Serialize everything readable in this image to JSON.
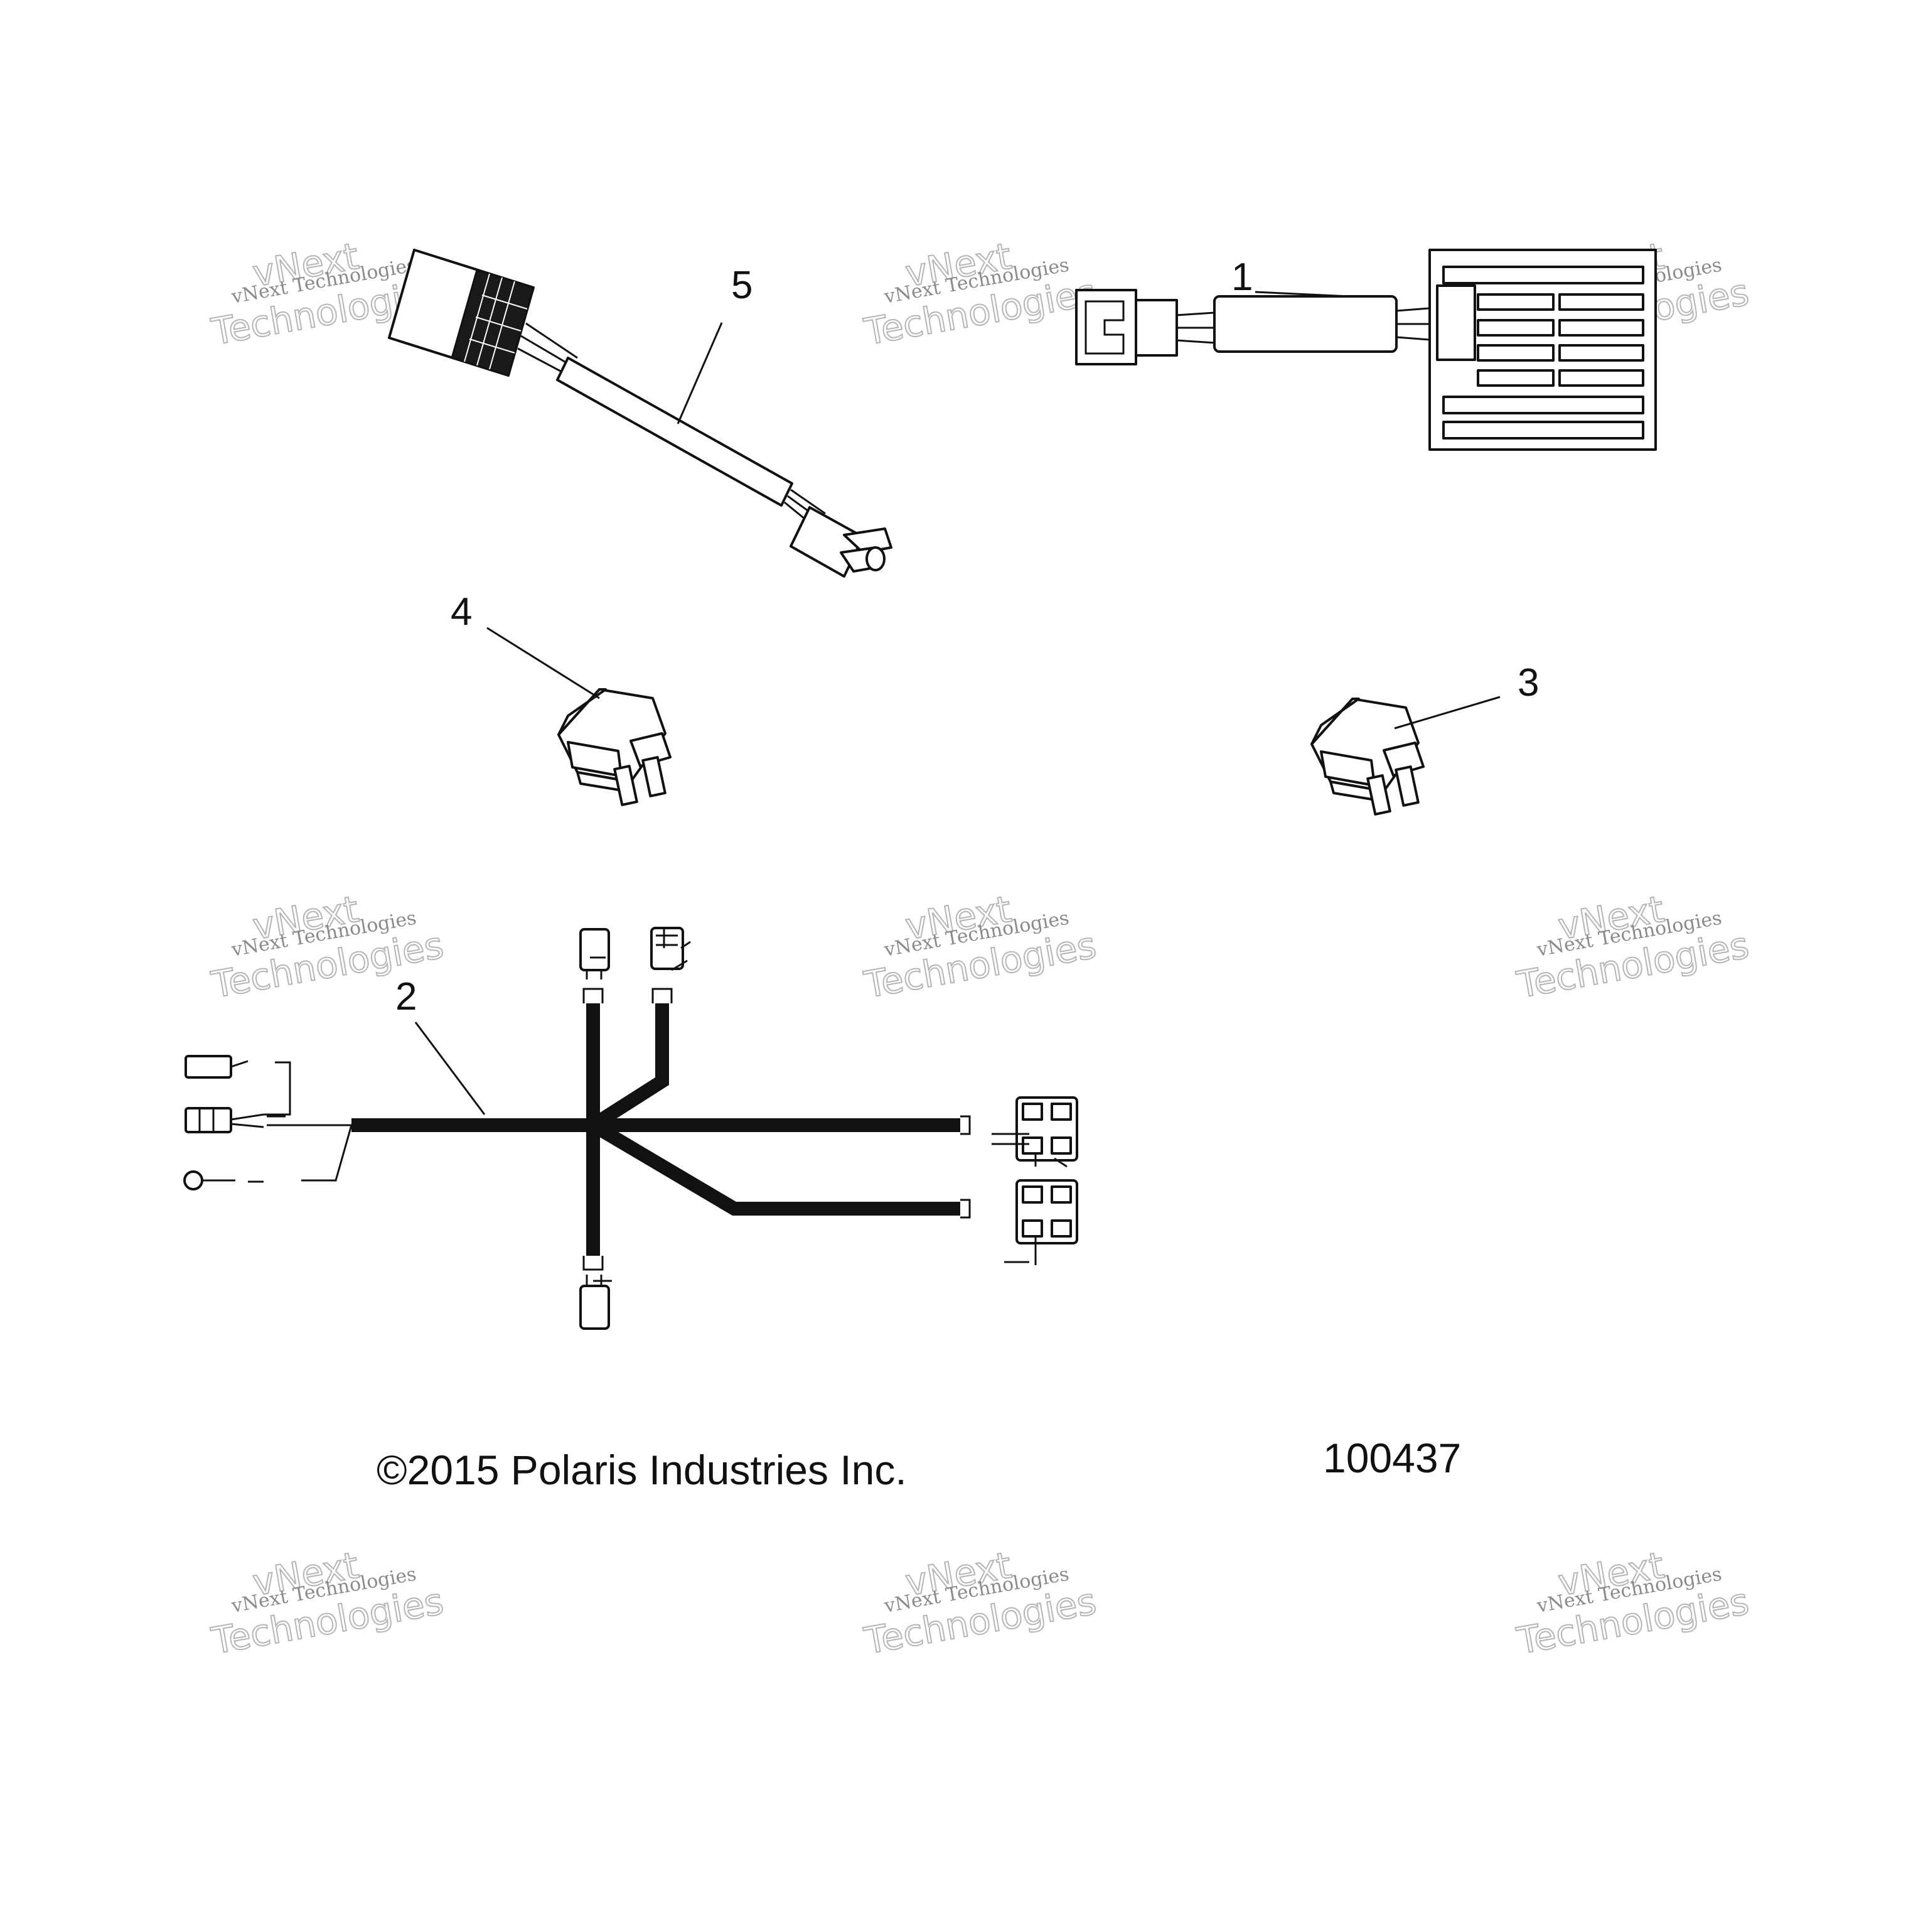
{
  "callouts": {
    "c1": "1",
    "c2": "2",
    "c3": "3",
    "c4": "4",
    "c5": "5"
  },
  "footer": {
    "copyright": "©2015 Polaris Industries Inc.",
    "figure_number": "100437"
  },
  "watermark": {
    "line_small": "vNext Technologies",
    "line_big_1": "vNext",
    "line_big_2": "Technologies"
  },
  "colors": {
    "ink": "#111111",
    "watermark": "#9a9a9a",
    "background": "#ffffff"
  }
}
